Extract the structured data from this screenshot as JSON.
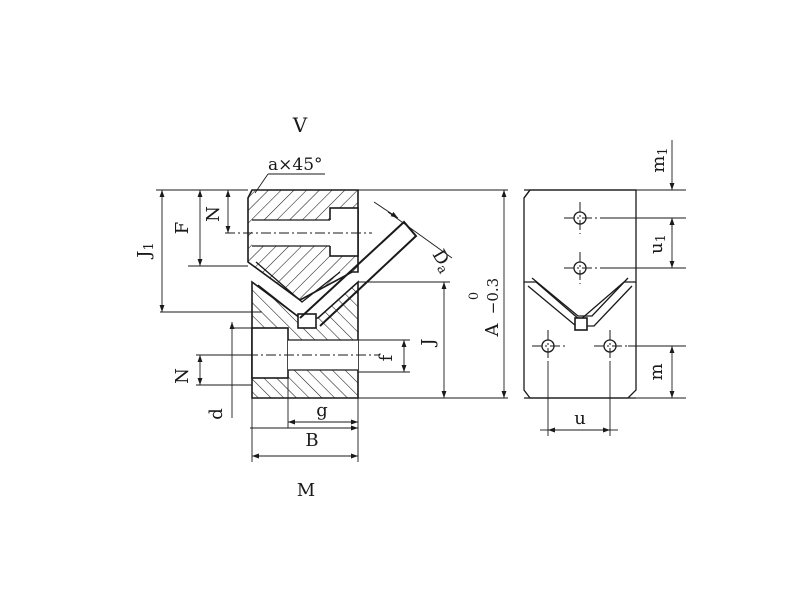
{
  "title": "V",
  "chamfer_note": "a×45°",
  "labels": {
    "N_top": "N",
    "F": "F",
    "J1_main": "J",
    "J1_sub": "1",
    "Da_main": "D",
    "Da_sub": "a",
    "A_main": "A",
    "A_tol_upper": "0",
    "A_tol_lower": "−0.3",
    "J": "J",
    "f": "f",
    "N_bottom": "N",
    "d": "d",
    "g": "g",
    "B": "B",
    "M": "M",
    "m1_main": "m",
    "m1_sub": "1",
    "u1_main": "u",
    "u1_sub": "1",
    "m": "m",
    "u": "u"
  },
  "colors": {
    "line": "#1a1a1a",
    "background": "#ffffff"
  }
}
